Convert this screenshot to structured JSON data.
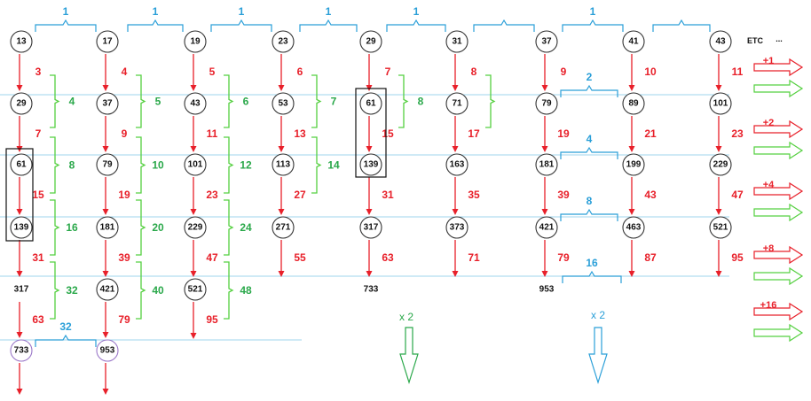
{
  "colors": {
    "red": "#e8202a",
    "green": "#55d040",
    "green_text": "#2aa84a",
    "blue": "#2a9fd8",
    "blue_line": "#9fd4ec",
    "circle": "#333333",
    "circle_purple": "#9a77c8"
  },
  "top_row": [
    "13",
    "17",
    "19",
    "23",
    "29",
    "31",
    "37",
    "41",
    "43"
  ],
  "etc_label": "ETC",
  "dots_label": "...",
  "top_gaps": [
    "1",
    "1",
    "1",
    "1",
    "1",
    "",
    "1",
    ""
  ],
  "col1": {
    "nodes": [
      "13",
      "29",
      "61",
      "139",
      "317",
      "733"
    ],
    "diffs": [
      "3",
      "7",
      "15",
      "31",
      "63"
    ]
  },
  "col2": {
    "nodes": [
      "17",
      "37",
      "79",
      "181",
      "421",
      "953"
    ],
    "diffs": [
      "4",
      "9",
      "19",
      "39",
      "79"
    ]
  },
  "col3": {
    "nodes": [
      "19",
      "43",
      "101",
      "229",
      "521"
    ],
    "diffs": [
      "5",
      "11",
      "23",
      "47",
      "95"
    ]
  },
  "col4": {
    "nodes": [
      "23",
      "53",
      "113",
      "271"
    ],
    "diffs": [
      "6",
      "13",
      "27",
      "55"
    ]
  },
  "col5": {
    "nodes": [
      "29",
      "61",
      "139",
      "317",
      "733"
    ],
    "diffs": [
      "7",
      "15",
      "31",
      "63"
    ]
  },
  "col6": {
    "nodes": [
      "31",
      "71",
      "163",
      "373"
    ],
    "diffs": [
      "8",
      "17",
      "35",
      "71"
    ]
  },
  "col7": {
    "nodes": [
      "37",
      "79",
      "181",
      "421",
      "953"
    ],
    "diffs": [
      "9",
      "19",
      "39",
      "79"
    ]
  },
  "col8": {
    "nodes": [
      "41",
      "89",
      "199",
      "463"
    ],
    "diffs": [
      "10",
      "21",
      "43",
      "87"
    ]
  },
  "col9": {
    "nodes": [
      "43",
      "101",
      "229",
      "521"
    ],
    "diffs": [
      "11",
      "23",
      "47",
      "95"
    ]
  },
  "green_brackets": [
    "4",
    "5",
    "6",
    "7",
    "8",
    "8",
    "10",
    "12",
    "14",
    "16",
    "20",
    "24",
    "32",
    "40",
    "48"
  ],
  "blue_brackets": [
    "2",
    "4",
    "8",
    "16",
    "32"
  ],
  "increments": [
    "+1",
    "+2",
    "+4",
    "+8",
    "+16"
  ],
  "multipliers": {
    "green": "x 2",
    "blue": "x 2"
  }
}
